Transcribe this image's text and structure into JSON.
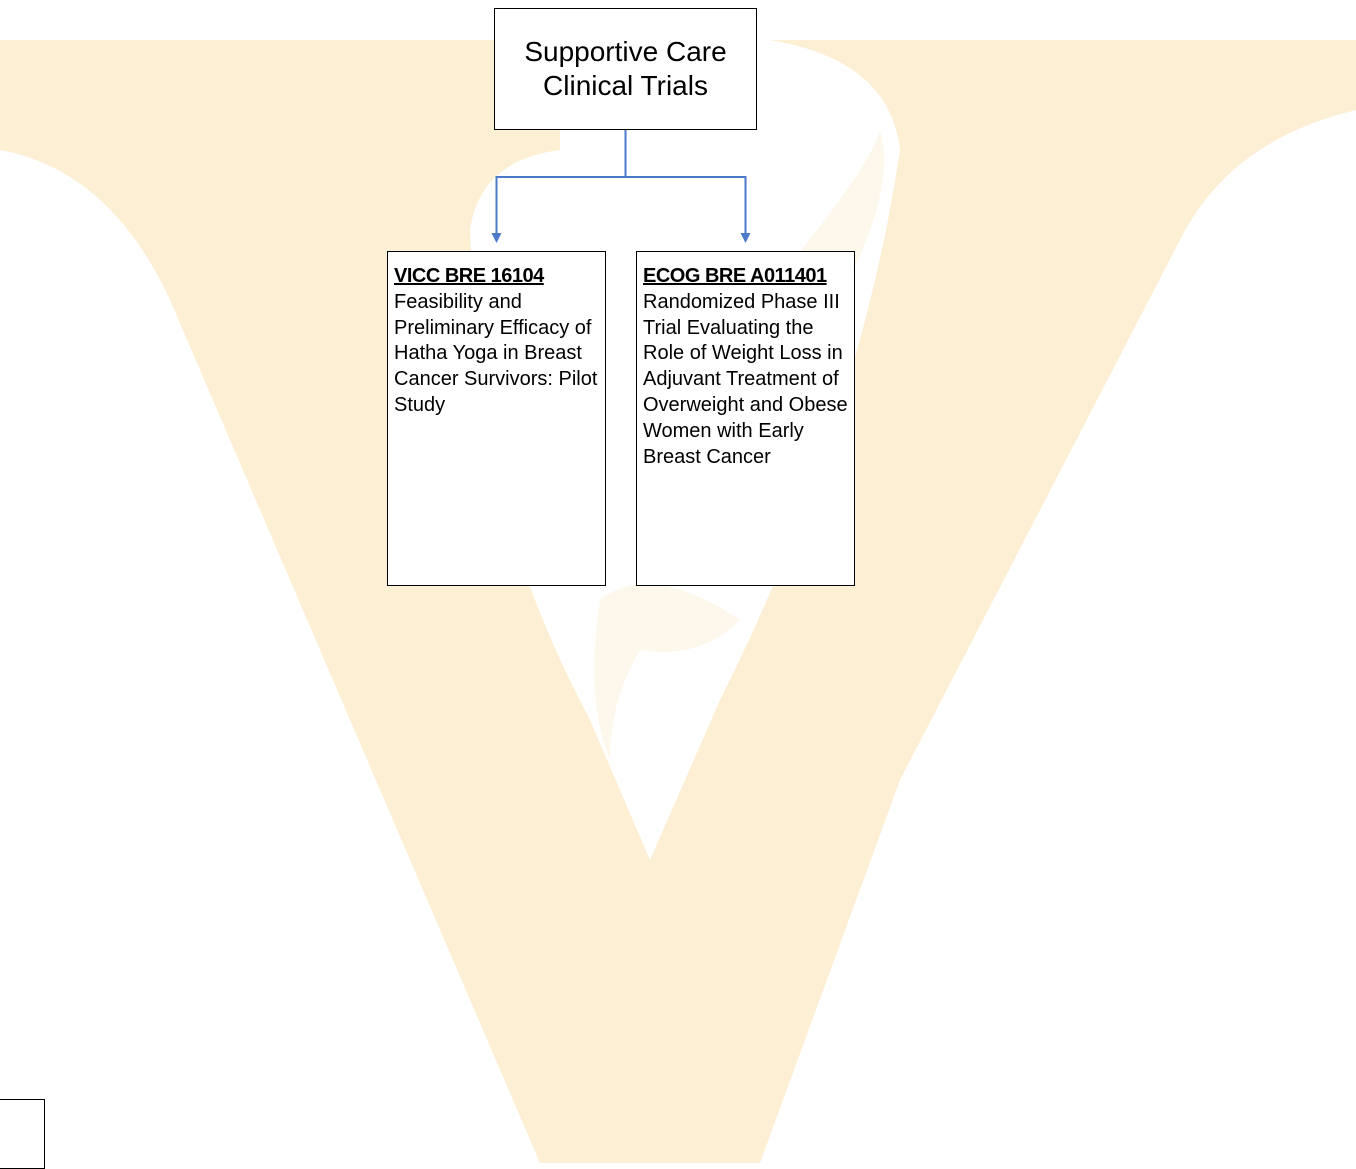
{
  "diagram": {
    "root": {
      "line1": "Supportive Care",
      "line2": "Clinical Trials"
    },
    "children": [
      {
        "id": "VICC BRE 16104",
        "description": "Feasibility and Preliminary Efficacy of Hatha Yoga in Breast Cancer Survivors: Pilot Study"
      },
      {
        "id": "ECOG BRE A011401",
        "description": "Randomized Phase III Trial Evaluating the Role of Weight Loss in Adjuvant Treatment of Overweight and Obese Women with Early Breast Cancer"
      }
    ]
  },
  "colors": {
    "connector": "#4a7ac8",
    "watermark": "#fcefd4",
    "watermark_edge": "#fef8ec"
  }
}
